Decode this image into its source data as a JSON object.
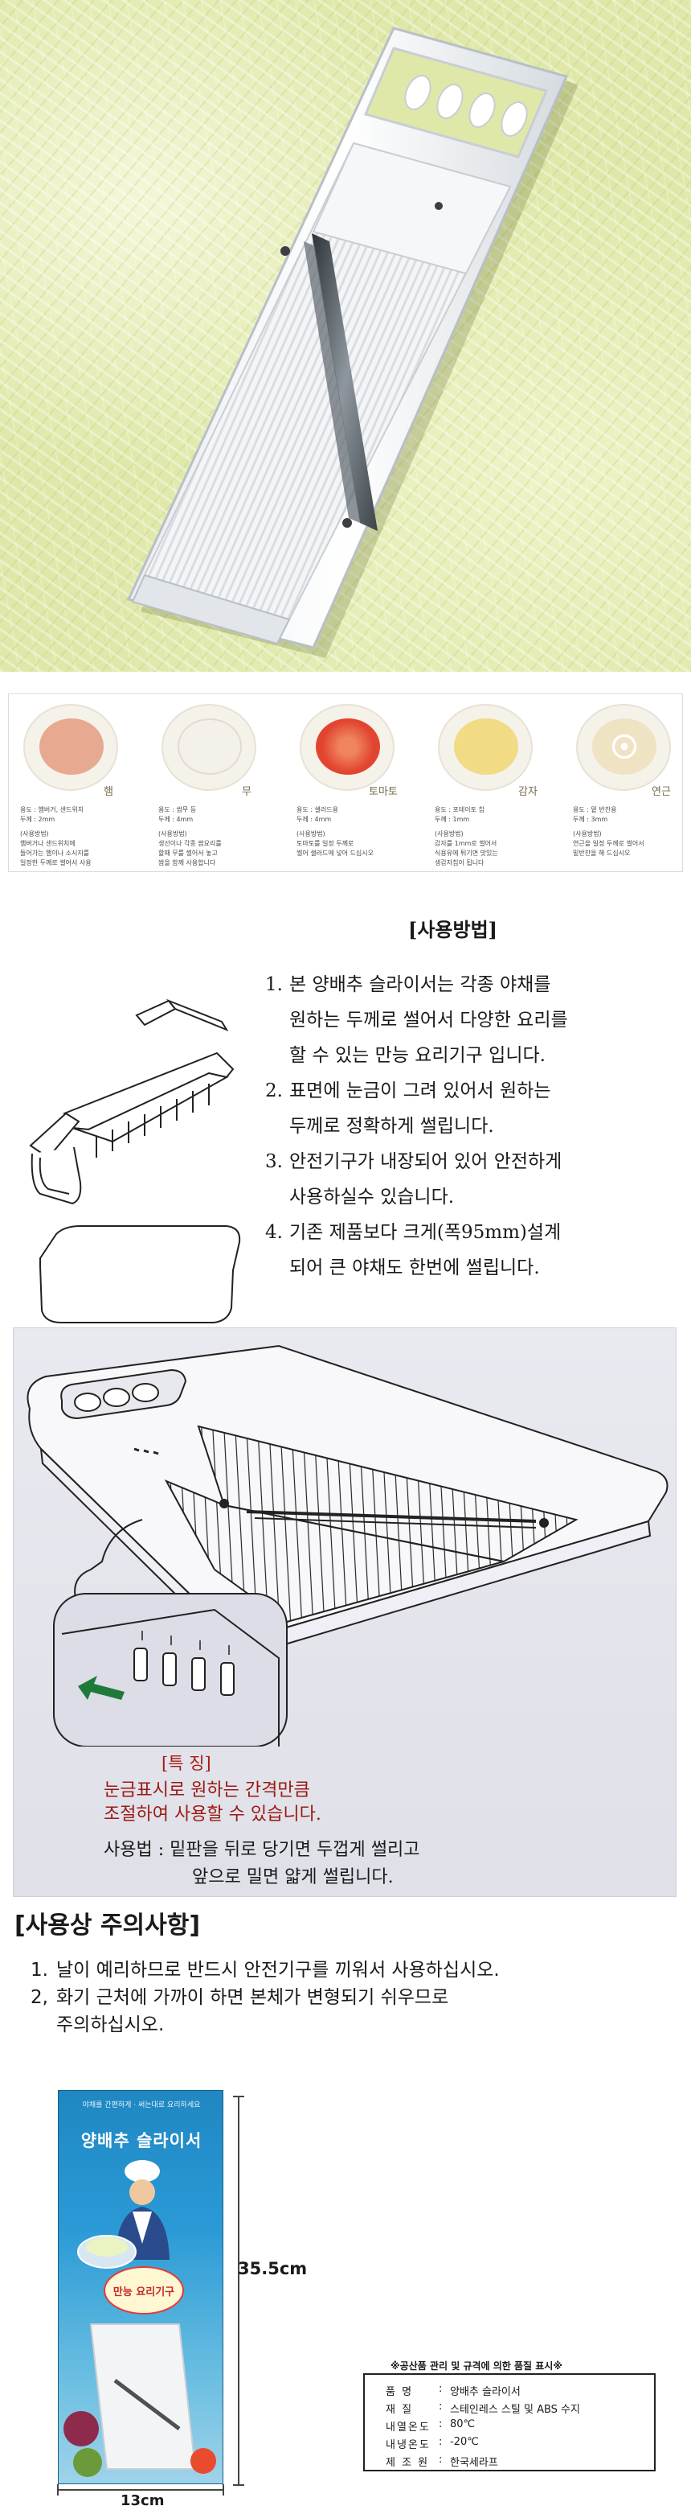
{
  "strip": [
    {
      "name": "햄",
      "use": "용도 : 햄버거, 샌드위치",
      "thick": "두께 : 2mm",
      "desc1": "햄버거나 샌드위치에",
      "desc2": "들어가는 햄이나 소시지를",
      "desc3": "일정한 두께로 썰어서 사용",
      "food": "#e7a98f"
    },
    {
      "name": "무",
      "use": "용도 : 쌈무 등",
      "thick": "두께 : 4mm",
      "desc1": "생선이나 각종 쌈요리를",
      "desc2": "할때 무를 썰어서 놓고",
      "desc3": "쌈을 함께 사용합니다",
      "food": "#f4f1ea"
    },
    {
      "name": "토마토",
      "use": "용도 : 샐러드용",
      "thick": "두께 : 4mm",
      "desc1": "토마토를 일정 두께로",
      "desc2": "썰어 샐러드에 넣어 드십시오",
      "desc3": "",
      "food": "#e2452f"
    },
    {
      "name": "감자",
      "use": "용도 : 포테이토 칩",
      "thick": "두께 : 1mm",
      "desc1": "감자를 1mm로 썰어서",
      "desc2": "식용유에 튀기면 맛있는",
      "desc3": "생감자칩이 됩니다",
      "food": "#f1db84"
    },
    {
      "name": "연근",
      "use": "용도 : 밑 반찬용",
      "thick": "두께 : 3mm",
      "desc1": "연근을 일정 두께로 썰어서",
      "desc2": "밑반찬을 해 드십시오",
      "desc3": "",
      "food": "#efe3c4"
    }
  ],
  "strip_usage_label": "(사용방법)",
  "usage": {
    "title": "[사용방법]",
    "items": [
      {
        "num": "1.",
        "lines": [
          "본 양배추 슬라이서는 각종 야채를",
          "원하는 두께로 썰어서 다양한 요리를",
          "할 수 있는 만능 요리기구 입니다."
        ]
      },
      {
        "num": "2.",
        "lines": [
          "표면에 눈금이 그려 있어서 원하는",
          "두께로 정확하게 썰립니다."
        ]
      },
      {
        "num": "3.",
        "lines": [
          "안전기구가 내장되어 있어 안전하게",
          "사용하실수 있습니다."
        ]
      },
      {
        "num": "4.",
        "lines": [
          "기존 제품보다 크게(폭95mm)설계",
          "되어 큰 야채도 한번에 썰립니다."
        ]
      }
    ]
  },
  "feature": {
    "title": "[특  징]",
    "line1": "눈금표시로 원하는 간격만큼",
    "line2": "조절하여 사용할 수 있습니다.",
    "method1": "사용법 : 밑판을 뒤로 당기면 두껍게 썰리고",
    "method2": "앞으로 밀면 얇게 썰립니다."
  },
  "caution": {
    "title": "[사용상 주의사항]",
    "items": [
      {
        "num": "1.",
        "lines": [
          "날이 예리하므로 반드시 안전기구를 끼워서 사용하십시오."
        ]
      },
      {
        "num": "2,",
        "lines": [
          "화기 근처에 가까이 하면 본체가 변형되기 쉬우므로",
          "주의하십시오."
        ]
      }
    ]
  },
  "box": {
    "brand": "야채를 간편하게 · 써는대로 요리하세요",
    "title": "양배추 슬라이서",
    "badge": "만능 요리기구",
    "height_label": "35.5cm",
    "width_label": "13cm"
  },
  "spec": {
    "note": "※공산품 관리 및 규격에 의한 품질 표시※",
    "rows": [
      {
        "key": "품  명",
        "value": "양배추 슬라이서"
      },
      {
        "key": "재  질",
        "value": "스테인레스 스틸 및 ABS 수지"
      },
      {
        "key": "내열온도",
        "value": "80℃"
      },
      {
        "key": "내냉온도",
        "value": "-20℃"
      },
      {
        "key": "제 조 원",
        "value": "한국세라프"
      }
    ]
  },
  "colors": {
    "feature_red": "#9b1812",
    "box_blue": "#1f87c2"
  }
}
